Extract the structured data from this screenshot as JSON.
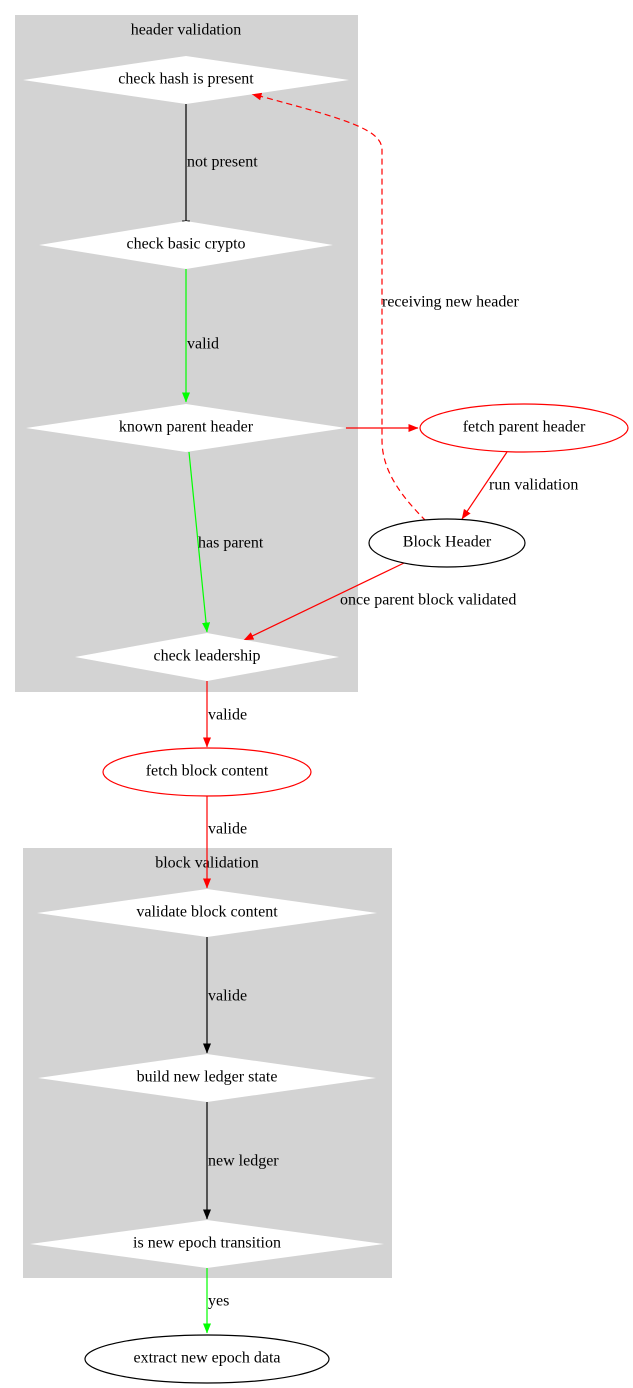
{
  "clusters": [
    {
      "id": "header",
      "label": "header validation"
    },
    {
      "id": "block",
      "label": "block validation"
    }
  ],
  "nodes": [
    {
      "id": "check_hash",
      "label": "check hash is present",
      "shape": "diamond"
    },
    {
      "id": "check_crypto",
      "label": "check basic crypto",
      "shape": "diamond"
    },
    {
      "id": "known_parent",
      "label": "known parent header",
      "shape": "diamond"
    },
    {
      "id": "check_leadership",
      "label": "check leadership",
      "shape": "diamond"
    },
    {
      "id": "fetch_parent",
      "label": "fetch parent header",
      "shape": "ellipse"
    },
    {
      "id": "block_header",
      "label": "Block Header",
      "shape": "ellipse"
    },
    {
      "id": "fetch_content",
      "label": "fetch block content",
      "shape": "ellipse"
    },
    {
      "id": "validate_content",
      "label": "validate block content",
      "shape": "diamond"
    },
    {
      "id": "build_ledger",
      "label": "build new ledger state",
      "shape": "diamond"
    },
    {
      "id": "epoch_transition",
      "label": "is new epoch transition",
      "shape": "diamond"
    },
    {
      "id": "extract_epoch",
      "label": "extract new epoch data",
      "shape": "ellipse"
    }
  ],
  "edges": [
    {
      "id": "e1",
      "from": "check_hash",
      "to": "check_crypto",
      "label": "not present",
      "color": "#000000",
      "style": "solid"
    },
    {
      "id": "e2",
      "from": "check_crypto",
      "to": "known_parent",
      "label": "valid",
      "color": "#00ff00",
      "style": "solid"
    },
    {
      "id": "e3",
      "from": "known_parent",
      "to": "check_leadership",
      "label": "has parent",
      "color": "#00ff00",
      "style": "solid"
    },
    {
      "id": "e4",
      "from": "known_parent",
      "to": "fetch_parent",
      "label": "",
      "color": "#ff0000",
      "style": "solid"
    },
    {
      "id": "e5",
      "from": "fetch_parent",
      "to": "block_header",
      "label": "run validation",
      "color": "#ff0000",
      "style": "solid"
    },
    {
      "id": "e6",
      "from": "block_header",
      "to": "check_hash",
      "label": "receiving new header",
      "color": "#ff0000",
      "style": "dashed"
    },
    {
      "id": "e7",
      "from": "block_header",
      "to": "check_leadership",
      "label": "once parent block validated",
      "color": "#ff0000",
      "style": "solid"
    },
    {
      "id": "e8",
      "from": "check_leadership",
      "to": "fetch_content",
      "label": "valide",
      "color": "#ff0000",
      "style": "solid"
    },
    {
      "id": "e9",
      "from": "fetch_content",
      "to": "validate_content",
      "label": "valide",
      "color": "#ff0000",
      "style": "solid"
    },
    {
      "id": "e10",
      "from": "validate_content",
      "to": "build_ledger",
      "label": "valide",
      "color": "#000000",
      "style": "solid"
    },
    {
      "id": "e11",
      "from": "build_ledger",
      "to": "epoch_transition",
      "label": "new ledger",
      "color": "#000000",
      "style": "solid"
    },
    {
      "id": "e12",
      "from": "epoch_transition",
      "to": "extract_epoch",
      "label": "yes",
      "color": "#00ff00",
      "style": "solid"
    }
  ],
  "colors": {
    "cluster_fill": "#d3d3d3",
    "node_fill": "#ffffff",
    "red": "#ff0000",
    "green": "#00ff00",
    "black": "#000000"
  }
}
